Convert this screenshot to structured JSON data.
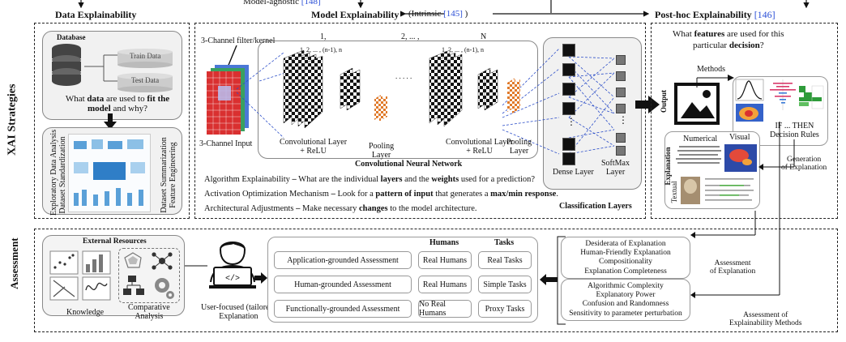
{
  "top": {
    "model_agnostic": "Model-agnostic",
    "model_agnostic_ref": "[148]",
    "data_explainability": "Data Explainability",
    "model_explainability": "Model Explainability",
    "intrinsic": "(Intrinsic",
    "intrinsic_ref": "[145]",
    "intrinsic_close": ")",
    "post_hoc": "Post-hoc Explainability",
    "post_hoc_ref": "[146]"
  },
  "side_labels": {
    "xai": "XAI Strategies",
    "assessment": "Assessment"
  },
  "data_panel": {
    "database": "Database",
    "train": "Train Data",
    "test": "Test Data",
    "question_pre": "What ",
    "question_b1": "data",
    "question_mid": " are used to ",
    "question_b2": "fit the model",
    "question_post": " and why?",
    "left_vert_1": "Exploratory Data Analysis",
    "left_vert_2": "Dataset Standardization",
    "right_vert_1": "Dataset Summarization",
    "right_vert_2": "Feature Engineering"
  },
  "cnn": {
    "filter_label": "3-Channel filter/kernel",
    "input_label": "3-Channel Input",
    "idx_1": "1,",
    "idx_2": "2, ... ,",
    "idx_n": "N",
    "sub_idx": "1, 2, ... , (n-1), n",
    "dots": ". . . . .",
    "conv1": "Convolutional Layer",
    "conv1b": "+ ReLU",
    "pool1": "Pooling",
    "pool1b": "Layer",
    "conv2": "Convolutional Layer",
    "conv2b": "+ ReLU",
    "pool2": "Pooling",
    "pool2b": "Layer",
    "cnn_title": "Convolutional Neural Network",
    "dense": "Dense Layer",
    "softmax": "SoftMax",
    "softmax_b": "Layer",
    "classification": "Classification Layers",
    "lines": [
      {
        "pre": "Algorithm Explainability ",
        "b1": "–",
        "mid": " What are the individual ",
        "b2": "layers",
        "mid2": " and the ",
        "b3": "weights",
        "post": " used for a prediction?"
      },
      {
        "pre": "Activation Optimization Mechanism ",
        "b1": "–",
        "mid": " Look for a ",
        "b2": "pattern of input",
        "mid2": " that generates a ",
        "b3": "max/min response",
        "post": "."
      },
      {
        "pre": "Architectural Adjustments ",
        "b1": "–",
        "mid": " Make necessary ",
        "b2": "changes",
        "mid2": " to the model architecture.",
        "b3": "",
        "post": ""
      }
    ]
  },
  "posthoc": {
    "question_1": "What ",
    "question_b1": "features",
    "question_2": " are used for this",
    "question_3": "particular ",
    "question_b2": "decision",
    "question_4": "?",
    "methods": "Methods",
    "output": "Output",
    "rules_1": "IF ... THEN",
    "rules_2": "Decision Rules",
    "explanation": "Explanation",
    "numerical": "Numerical",
    "visual": "Visual",
    "textual": "Textual",
    "generation_1": "Generation",
    "generation_2": "of Explanation"
  },
  "assessment": {
    "external_resources": "External Resources",
    "knowledge": "Knowledge",
    "comparative_1": "Comparative",
    "comparative_2": "Analysis",
    "user_1": "User-focused (tailored)",
    "user_2": "Explanation",
    "humans_header": "Humans",
    "tasks_header": "Tasks",
    "rows": [
      {
        "assess": "Application-grounded Assessment",
        "humans": "Real Humans",
        "tasks": "Real Tasks"
      },
      {
        "assess": "Human-grounded Assessment",
        "humans": "Real Humans",
        "tasks": "Simple Tasks"
      },
      {
        "assess": "Functionally-grounded Assessment",
        "humans": "No Real Humans",
        "tasks": "Proxy Tasks"
      }
    ],
    "box1": [
      "Desiderata of Explanation",
      "Human-Friendly Explanation",
      "Compositionality",
      "Explanation Completeness"
    ],
    "box2": [
      "Algorithmic Complexity",
      "Explanatory Power",
      "Confusion and Randomness",
      "Sensitivity to parameter perturbation"
    ],
    "assess_expl_1": "Assessment",
    "assess_expl_2": "of Explanation",
    "assess_meth_1": "Assessment of",
    "assess_meth_2": "Explainability Methods"
  },
  "colors": {
    "dashed": "#222222",
    "ref_blue": "#2b4fd6",
    "link_blue": "#2d4fc9",
    "pool_orange": "#e07a2a"
  }
}
